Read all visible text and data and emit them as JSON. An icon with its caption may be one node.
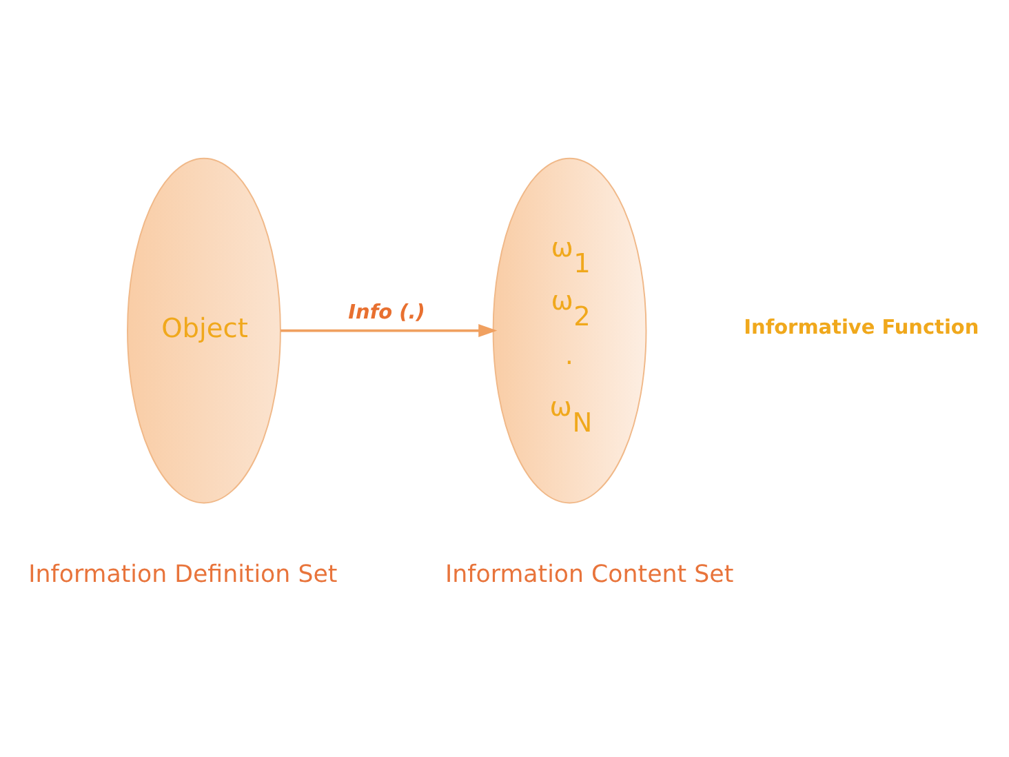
{
  "diagram": {
    "nodes": [
      {
        "text": [
          "Object"
        ],
        "beside": [
          "Information Definition Set"
        ]
      },
      {
        "text": [
          "ω$_{1}$",
          "ω$_{2}$",
          ".",
          "ω$_{N}$"
        ],
        "beside": [
          "Information Content Set"
        ]
      }
    ],
    "edges": [
      {
        "from": 0,
        "to": 1,
        "arrow": "to",
        "label": "Info (.)"
      }
    ],
    "labels": [
      "Informative Function"
    ]
  }
}
